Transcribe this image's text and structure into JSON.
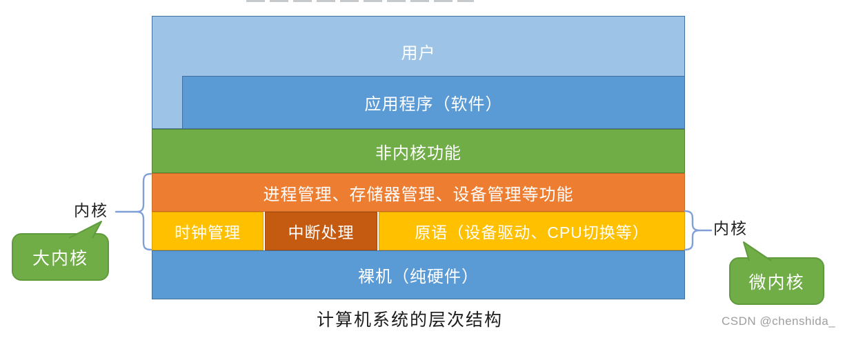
{
  "diagram": {
    "caption": "计算机系统的层次结构",
    "layers": {
      "user": "用户",
      "application": "应用程序（软件）",
      "non_kernel": "非内核功能",
      "kernel_functions": "进程管理、存储器管理、设备管理等功能",
      "clock": "时钟管理",
      "interrupt": "中断处理",
      "primitives": "原语（设备驱动、CPU切换等）",
      "hardware": "裸机（纯硬件）"
    },
    "annotations": {
      "kernel_left": "内核",
      "kernel_right": "内核",
      "big_kernel_bubble": "大内核",
      "micro_kernel_bubble": "微内核"
    },
    "colors": {
      "user_layer": "#9DC3E6",
      "application_layer": "#5B9BD5",
      "non_kernel_layer": "#70AD47",
      "kernel_functions_layer": "#ED7D31",
      "gold_boxes": "#FFC000",
      "interrupt_box": "#C55A11",
      "hardware_layer": "#5B9BD5",
      "bubble_fill": "#70AD47",
      "brace_stroke": "#7F9FD6"
    }
  },
  "watermark": "CSDN @chenshida_"
}
